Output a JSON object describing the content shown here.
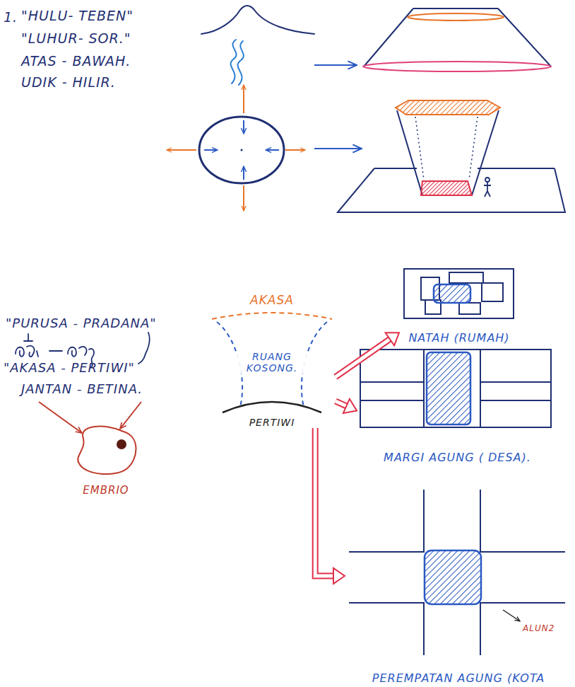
{
  "diagram": {
    "nodes": [
      {
        "text": [
          "AKASA",
          "RUANG KOSONG.",
          "PERTIWI"
        ]
      },
      {
        "text": [
          "NATAH (RUMAH)"
        ]
      },
      {
        "text": [
          "MARGI AGUNG ( DESA)."
        ]
      },
      {
        "text": [
          "PEREMPATAN AGUNG (KOTA"
        ]
      },
      {
        "text": [
          "EMBRIO"
        ]
      }
    ],
    "edges": [
      {
        "from": 0,
        "to": 1,
        "arrow": "to"
      },
      {
        "from": 0,
        "to": 2,
        "arrow": "to"
      },
      {
        "from": 0,
        "to": 3,
        "arrow": "to"
      }
    ],
    "labels": [
      "1.",
      "\"HULU- TEBEN\"",
      "\"LUHUR- SOR.\"",
      "ATAS - BAWAH.",
      "UDIK - HILIR.",
      "\"PURUSA - PRADANA\"",
      "\"AKASA - PERTIWI\"",
      "JANTAN - BETINA.",
      "ALUN2"
    ]
  }
}
